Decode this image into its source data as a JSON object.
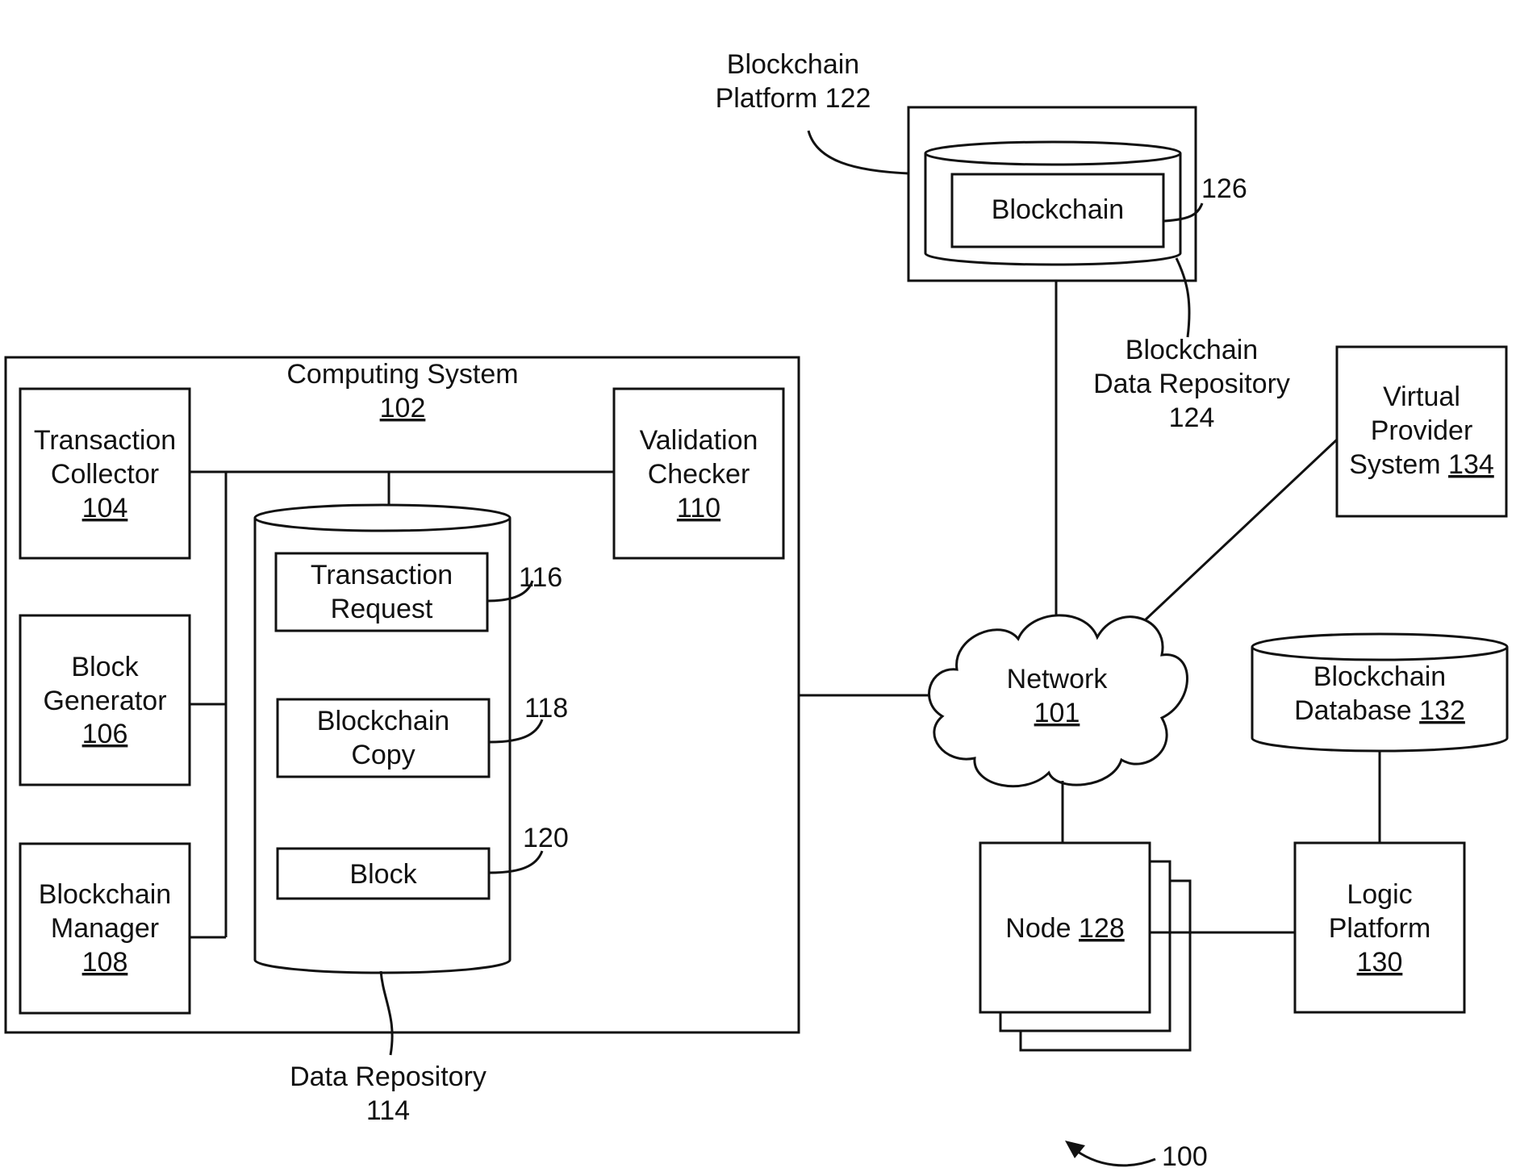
{
  "figure_ref": "100",
  "computing_system": {
    "name": "Computing System",
    "ref": "102"
  },
  "transaction_collector": {
    "line1": "Transaction",
    "line2": "Collector",
    "ref": "104"
  },
  "block_generator": {
    "line1": "Block",
    "line2": "Generator",
    "ref": "106"
  },
  "blockchain_manager": {
    "line1": "Blockchain",
    "line2": "Manager",
    "ref": "108"
  },
  "validation_checker": {
    "line1": "Validation",
    "line2": "Checker",
    "ref": "110"
  },
  "data_repository": {
    "line1": "Data Repository",
    "ref": "114",
    "items": [
      {
        "line1": "Transaction",
        "line2": "Request",
        "ref": "116"
      },
      {
        "line1": "Blockchain",
        "line2": "Copy",
        "ref": "118"
      },
      {
        "line1": "Block",
        "ref": "120"
      }
    ]
  },
  "network": {
    "name": "Network",
    "ref": "101"
  },
  "blockchain_platform": {
    "line1": "Blockchain",
    "line2": "Platform 122"
  },
  "blockchain_box": {
    "label": "Blockchain",
    "ref": "126"
  },
  "blockchain_data_repository": {
    "line1": "Blockchain",
    "line2": "Data Repository",
    "ref": "124"
  },
  "virtual_provider": {
    "line1": "Virtual",
    "line2": "Provider",
    "line3": "System",
    "ref": "134"
  },
  "blockchain_database": {
    "line1": "Blockchain",
    "line2": "Database",
    "ref": "132"
  },
  "node": {
    "name": "Node",
    "ref": "128"
  },
  "logic_platform": {
    "line1": "Logic",
    "line2": "Platform",
    "ref": "130"
  }
}
